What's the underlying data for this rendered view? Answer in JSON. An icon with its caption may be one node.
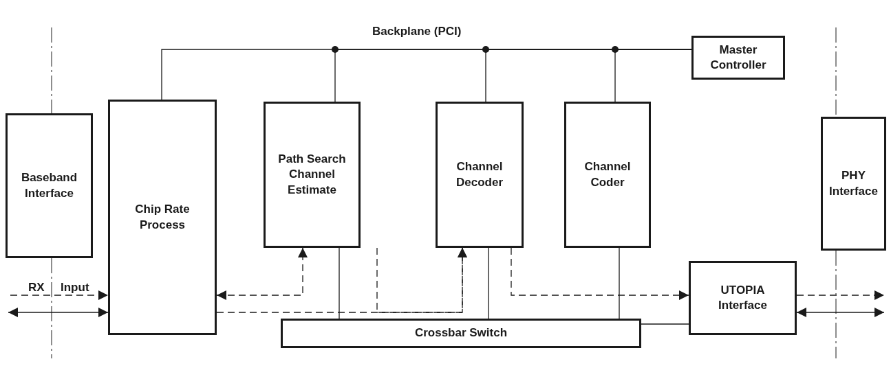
{
  "diagram": {
    "nodes": [
      {
        "text": [
          "Baseband Interface"
        ]
      },
      {
        "text": [
          "Chip Rate Process"
        ]
      },
      {
        "text": [
          "Path Search Channel Estimate"
        ]
      },
      {
        "text": [
          "Channel Decoder"
        ]
      },
      {
        "text": [
          "Channel Coder"
        ]
      },
      {
        "text": [
          "Master Controller"
        ]
      },
      {
        "text": [
          "PHY Interface"
        ]
      },
      {
        "text": [
          "UTOPIA Interface"
        ]
      },
      {
        "text": [
          "Crossbar Switch"
        ]
      }
    ],
    "edges": [
      {
        "from": 5,
        "to": 1,
        "arrow": "none"
      },
      {
        "from": 5,
        "to": 2,
        "arrow": "none"
      },
      {
        "from": 5,
        "to": 3,
        "arrow": "none"
      },
      {
        "from": 5,
        "to": 4,
        "arrow": "none"
      },
      {
        "from": null,
        "to": 1,
        "arrow": "to",
        "style": "dashed"
      },
      {
        "from": null,
        "to": 1,
        "arrow": "both"
      },
      {
        "from": 1,
        "to": 2,
        "arrow": "both",
        "style": "dashed"
      },
      {
        "from": 1,
        "to": 3,
        "arrow": "to",
        "style": "dashed"
      },
      {
        "from": 2,
        "to": 3,
        "arrow": "to",
        "style": "dashed"
      },
      {
        "from": 3,
        "to": 7,
        "arrow": "to",
        "style": "dashed"
      },
      {
        "from": 2,
        "to": 8,
        "arrow": "none"
      },
      {
        "from": 3,
        "to": 8,
        "arrow": "none"
      },
      {
        "from": 4,
        "to": 8,
        "arrow": "none"
      },
      {
        "from": 8,
        "to": 7,
        "arrow": "none"
      },
      {
        "from": 7,
        "to": null,
        "arrow": "to",
        "style": "dashed"
      },
      {
        "from": 7,
        "to": null,
        "arrow": "both"
      }
    ],
    "labels": [
      "Backplane (PCI)",
      "RX",
      "Input"
    ]
  }
}
